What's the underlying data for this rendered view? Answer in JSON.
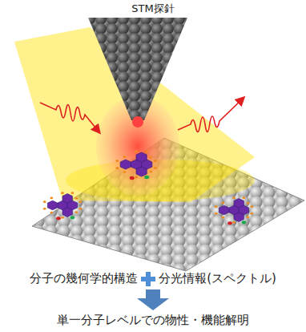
{
  "diagram": {
    "labels": [
      "STM探針",
      "分子の幾何学的構造",
      "分光情報(スペクトル)",
      "単一分子レベルでの物性・機能解明"
    ]
  }
}
